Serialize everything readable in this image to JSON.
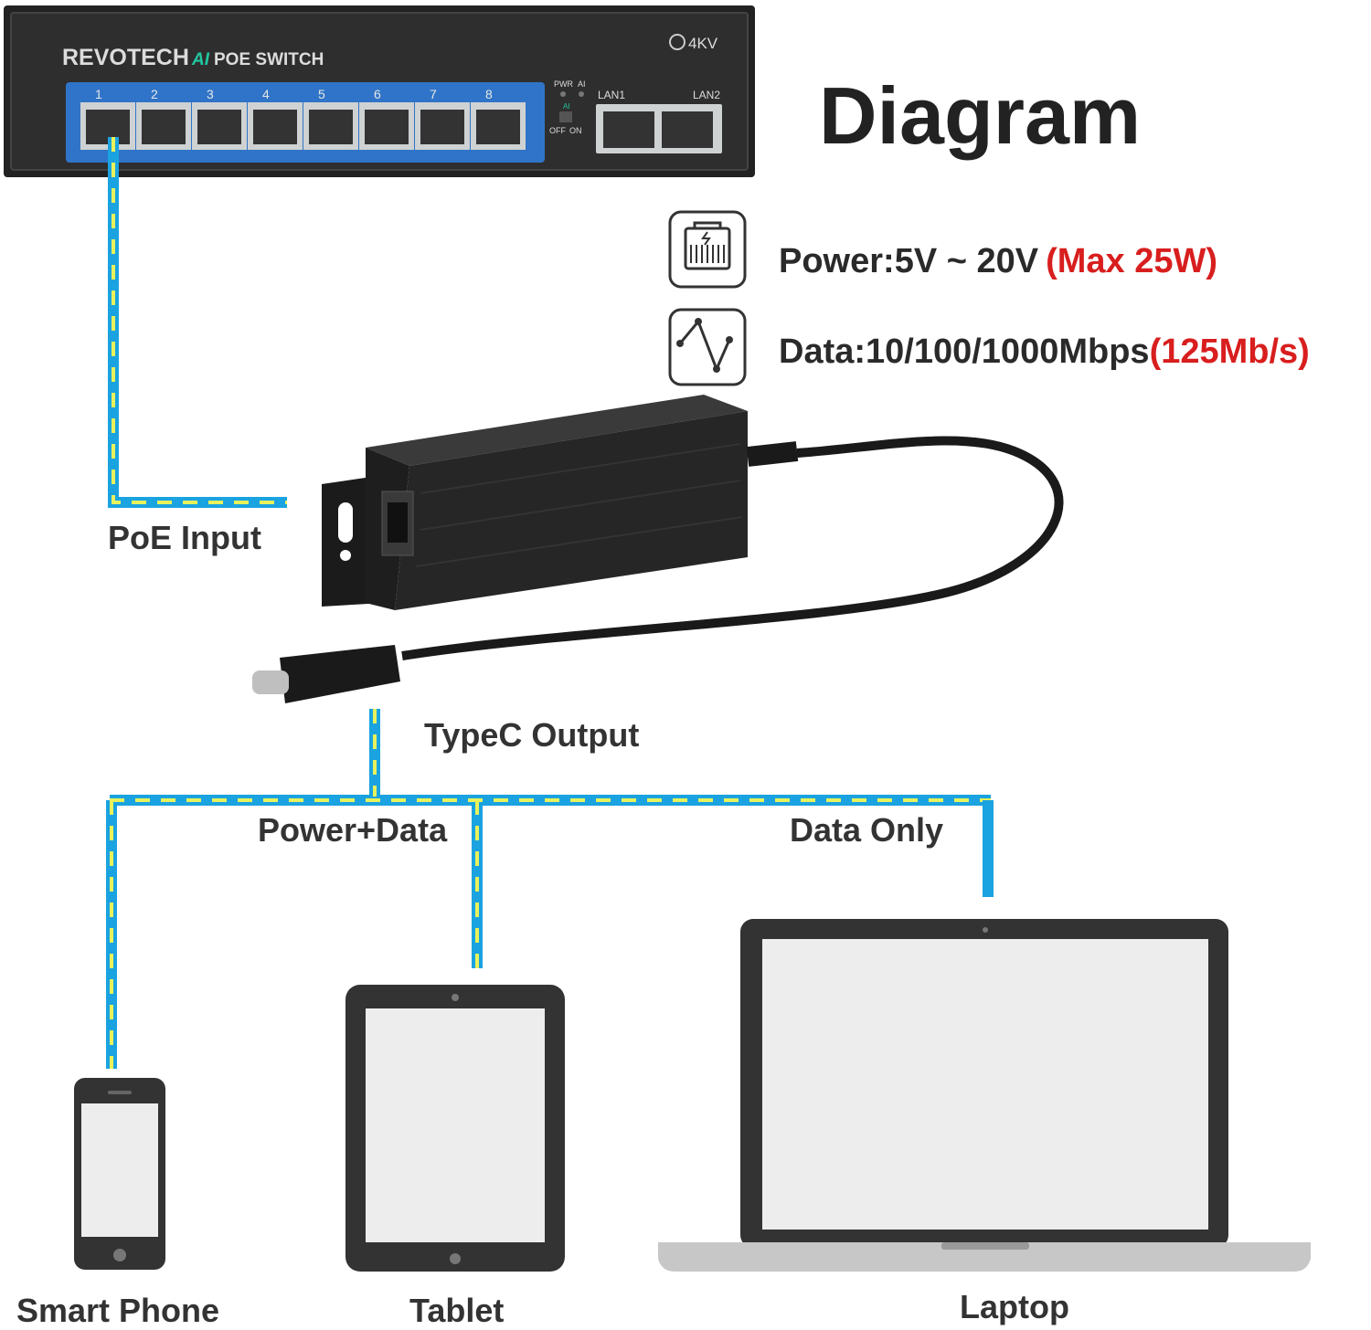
{
  "title": "Diagram",
  "switch": {
    "brand": "REVOTECH",
    "brand_ai": "AI",
    "model": "POE SWITCH",
    "surge": "4KV",
    "port_numbers": [
      "1",
      "2",
      "3",
      "4",
      "5",
      "6",
      "7",
      "8"
    ],
    "indicator_labels": [
      "PWR",
      "AI"
    ],
    "toggle_labels": [
      "OFF",
      "ON"
    ],
    "toggle_tag": "AI",
    "uplink_labels": [
      "LAN1",
      "LAN2"
    ]
  },
  "specs": {
    "power_label": "Power:5V ~ 20V",
    "power_highlight": "(Max 25W)",
    "data_label": "Data:10/100/1000Mbps",
    "data_highlight": "(125Mb/s)"
  },
  "labels": {
    "poe_input": "PoE Input",
    "typec_output": "TypeC Output",
    "power_data": "Power+Data",
    "data_only": "Data Only"
  },
  "devices": {
    "phone": "Smart Phone",
    "tablet": "Tablet",
    "laptop": "Laptop"
  },
  "colors": {
    "cable_blue": "#1aa3e0",
    "cable_yellow": "#e8f25c",
    "switch_body": "#2a2a2a",
    "port_panel": "#2f74c8",
    "highlight_red": "#d81e1e"
  },
  "icons": [
    "ethernet-port-icon",
    "data-waveform-icon"
  ]
}
